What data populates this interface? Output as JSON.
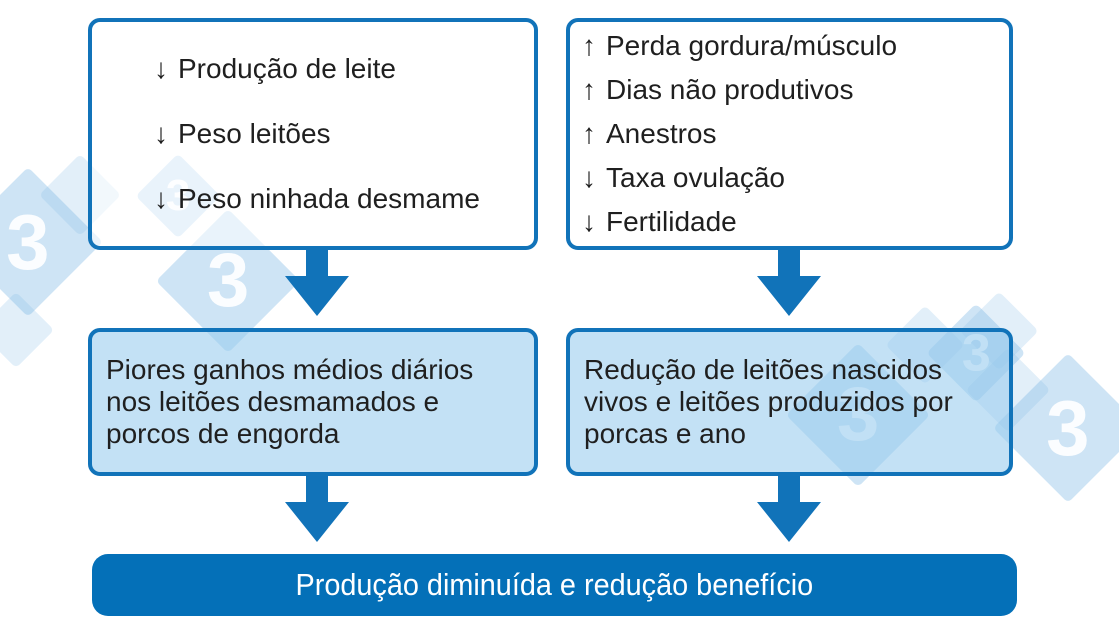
{
  "colors": {
    "accent": "#1173b9",
    "bar": "#0470b8",
    "ink": "#1f1f1f",
    "box_fill": "#c5e1f4",
    "watermark_blue": "#cee4f5"
  },
  "watermark": {
    "glyph": "3"
  },
  "flow": {
    "top_left_box": {
      "items": [
        {
          "symbol": "↓",
          "label": "Produção de leite"
        },
        {
          "symbol": "↓",
          "label": "Peso leitões"
        },
        {
          "symbol": "↓",
          "label": "Peso ninhada desmame"
        }
      ]
    },
    "top_right_box": {
      "items": [
        {
          "symbol": "↑",
          "label": "Perda gordura/músculo"
        },
        {
          "symbol": "↑",
          "label": "Dias não produtivos"
        },
        {
          "symbol": "↑",
          "label": "Anestros"
        },
        {
          "symbol": "↓",
          "label": "Taxa ovulação"
        },
        {
          "symbol": "↓",
          "label": "Fertilidade"
        }
      ]
    },
    "mid_left_box": {
      "lines": [
        "Piores ganhos médios diários",
        "nos leitões desmamados e",
        "porcos de engorda"
      ]
    },
    "mid_right_box": {
      "lines": [
        "Redução de leitões nascidos",
        "vivos e leitões produzidos por",
        "porcas e ano"
      ]
    },
    "bottom_bar": {
      "label": "Produção diminuída e redução benefício"
    }
  }
}
